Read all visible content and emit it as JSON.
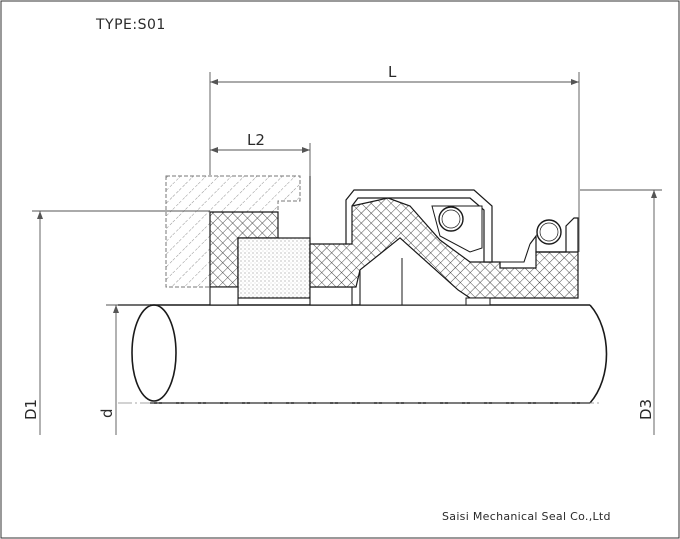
{
  "drawing": {
    "type_label": "TYPE:S01",
    "company": "Saisi Mechanical Seal Co.,Ltd"
  },
  "dimensions": {
    "length": "L",
    "seat_length": "L2",
    "seat_diameter": "D1",
    "shaft_diameter": "d",
    "seal_diameter": "D3"
  },
  "colors": {
    "line": "#1a1a1a",
    "hatch": "#4a4a4a",
    "dim_line": "#555555"
  }
}
